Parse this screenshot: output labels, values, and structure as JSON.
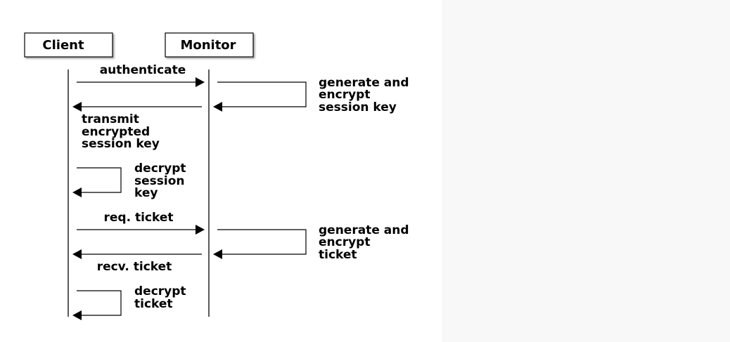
{
  "participants": {
    "client": "Client",
    "monitor": "Monitor"
  },
  "messages": {
    "authenticate": "authenticate",
    "generate_session_key": [
      "generate and",
      "encrypt",
      "session key"
    ],
    "transmit_session_key": [
      "transmit",
      "encrypted",
      "session key"
    ],
    "decrypt_session_key": [
      "decrypt",
      "session",
      "key"
    ],
    "req_ticket": "req. ticket",
    "generate_ticket": [
      "generate and",
      "encrypt",
      "ticket"
    ],
    "recv_ticket": "recv. ticket",
    "decrypt_ticket": [
      "decrypt",
      "ticket"
    ]
  }
}
